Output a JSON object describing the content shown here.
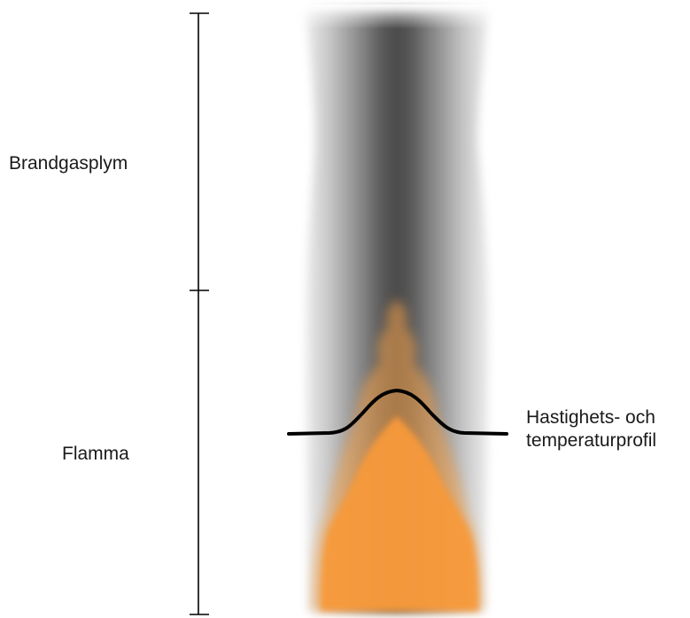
{
  "labels": {
    "plume": "Brandgasplym",
    "flame": "Flamma",
    "profile_line1": "Hastighets- och",
    "profile_line2": "temperaturprofil"
  },
  "colors": {
    "flame": "#f79a3a",
    "smoke_core": "#4a4a4a",
    "smoke_edge": "#f0f0f0",
    "line": "#000000",
    "text": "#1a1a1a"
  }
}
